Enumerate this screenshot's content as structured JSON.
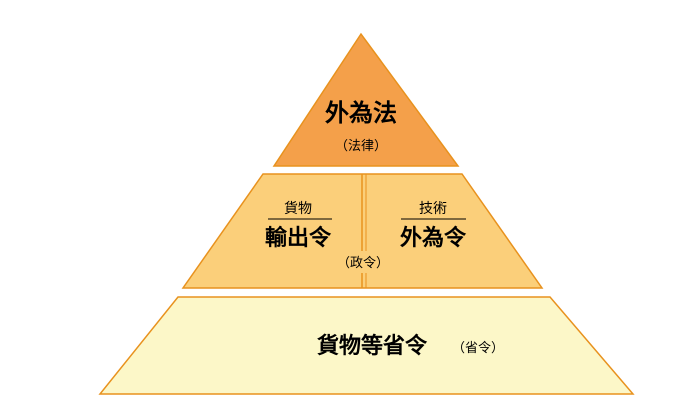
{
  "top": {
    "title": "外為法",
    "subtitle": "（法律）"
  },
  "middle": {
    "left_small": "貨物",
    "left_title": "輸出令",
    "right_small": "技術",
    "right_title": "外為令",
    "subtitle": "（政令）"
  },
  "bottom": {
    "title": "貨物等省令",
    "subtitle": "（省令）"
  },
  "colors": {
    "top_fill": "#F4A04A",
    "middle_fill": "#FBCF7A",
    "bottom_fill": "#FCF7C8",
    "stroke": "#E8921E",
    "text": "#000000"
  }
}
